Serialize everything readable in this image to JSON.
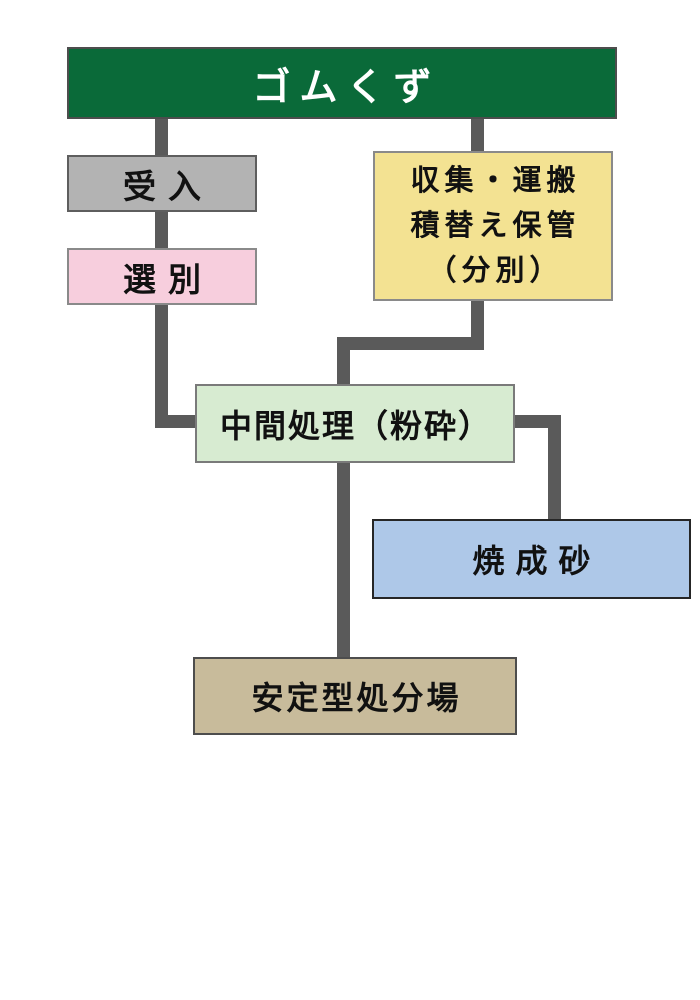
{
  "diagram": {
    "type": "flowchart",
    "connector_color": "#5a5a5a",
    "background": "#ffffff"
  },
  "nodes": {
    "source": {
      "label": "ゴムくず",
      "fill": "#0a6a39",
      "text_color": "#ffffff"
    },
    "acceptance": {
      "label": "受入",
      "fill": "#b3b3b3",
      "text_color": "#111111"
    },
    "sorting": {
      "label": "選別",
      "fill": "#f7cedd",
      "text_color": "#111111"
    },
    "collection": {
      "lines": [
        "収集・運搬",
        "積替え保管",
        "（分別）"
      ],
      "fill": "#f3e292",
      "text_color": "#111111"
    },
    "intermediate": {
      "label": "中間処理（粉砕）",
      "fill": "#d7ebd1",
      "text_color": "#111111"
    },
    "calcined_sand": {
      "label": "焼成砂",
      "fill": "#aec8e8",
      "text_color": "#111111"
    },
    "stable_landfill": {
      "label": "安定型処分場",
      "fill": "#c8bb9b",
      "text_color": "#111111"
    }
  },
  "edges": [
    {
      "from": "source",
      "to": "acceptance"
    },
    {
      "from": "source",
      "to": "collection"
    },
    {
      "from": "acceptance",
      "to": "sorting"
    },
    {
      "from": "sorting",
      "to": "intermediate"
    },
    {
      "from": "collection",
      "to": "intermediate"
    },
    {
      "from": "intermediate",
      "to": "calcined_sand"
    },
    {
      "from": "intermediate",
      "to": "stable_landfill"
    }
  ]
}
